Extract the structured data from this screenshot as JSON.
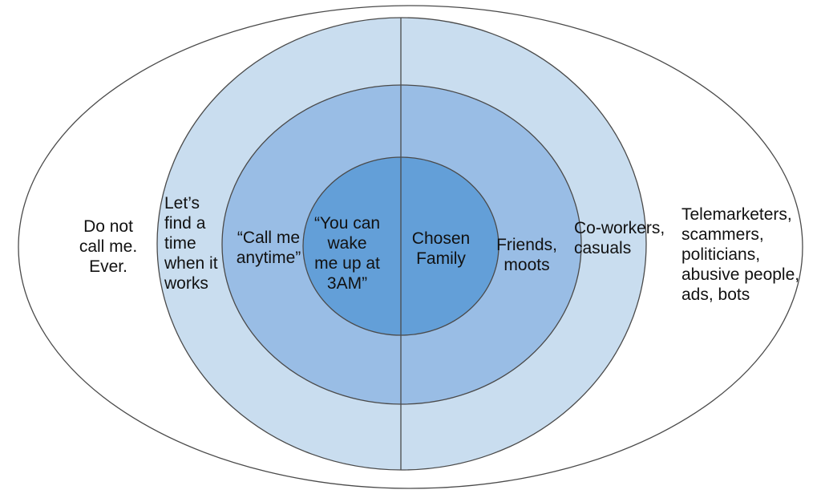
{
  "colors": {
    "background": "#ffffff",
    "outer_ring": "#ffffff",
    "ring_2": "#c9ddef",
    "ring_3": "#99bde5",
    "core": "#639fd8",
    "stroke": "#4a4a4a"
  },
  "left_half": {
    "outer": "Do not\ncall me.\nEver.",
    "ring_2": "Let’s\nfind a\ntime\nwhen it\nworks",
    "ring_3": "“Call me\nanytime”",
    "core": "“You can\nwake\nme up at\n3AM”"
  },
  "right_half": {
    "core": "Chosen\nFamily",
    "ring_3": "Friends,\nmoots",
    "ring_2": "Co-workers,\ncasuals",
    "outer": "Telemarketers,\nscammers,\npoliticians,\nabusive people,\nads, bots"
  }
}
